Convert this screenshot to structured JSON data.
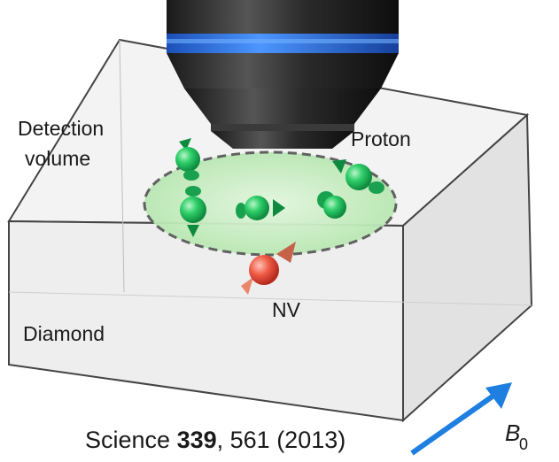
{
  "labels": {
    "detection_line1": "Detection",
    "detection_line2": "volume",
    "proton": "Proton",
    "nv": "NV",
    "diamond": "Diamond",
    "field": "B",
    "field_sub": "0"
  },
  "citation": {
    "journal": "Science",
    "volume": "339",
    "rest": ", 561 (2013)"
  },
  "colors": {
    "proton": "#2ecc71",
    "nv": "#e8483c",
    "field_arrow": "#1e7fe0",
    "objective_band": "#2f7cf0",
    "detection_fill": "#c8ecc4"
  },
  "icons": [
    "microscope-objective-icon",
    "proton-spin-icon",
    "nv-center-spin-icon",
    "magnetic-field-arrow-icon"
  ]
}
